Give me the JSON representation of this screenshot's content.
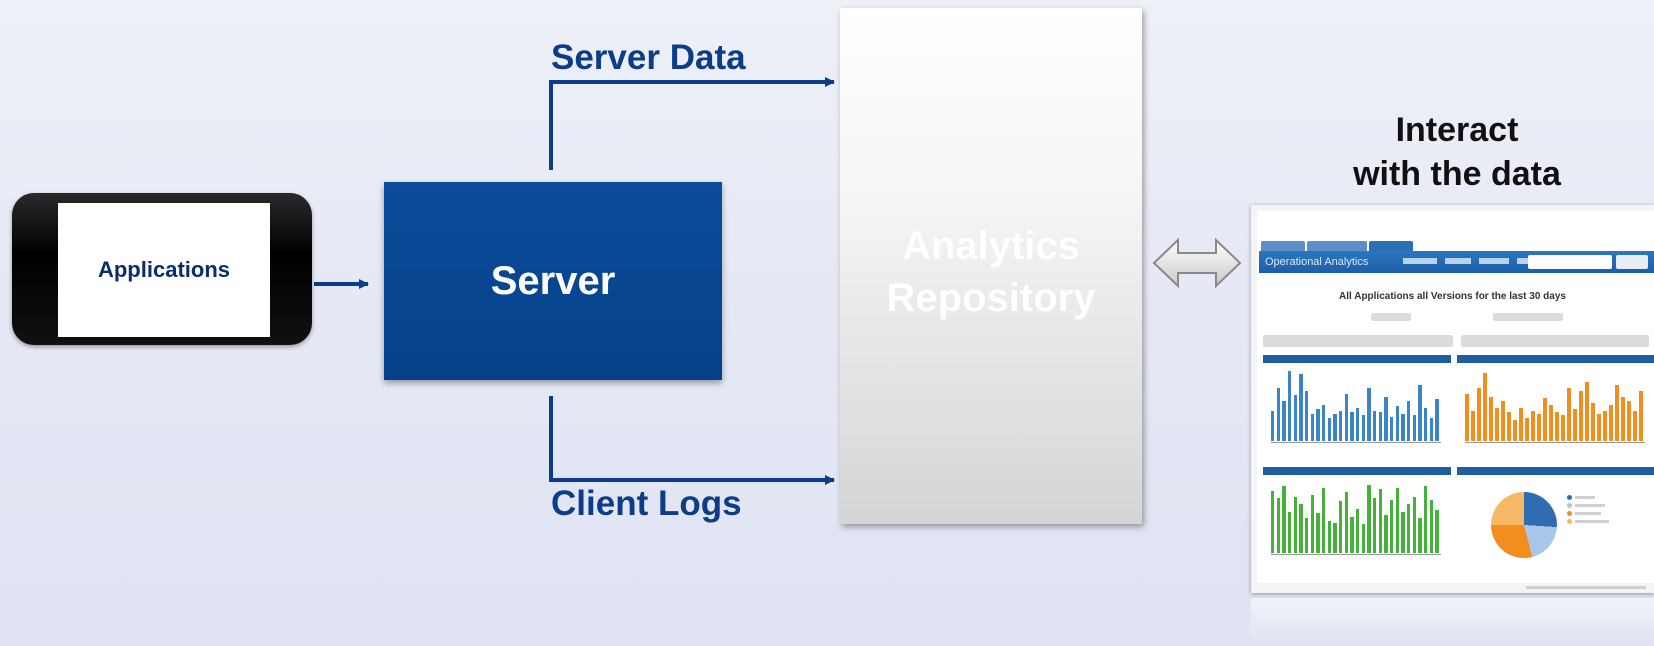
{
  "applications": {
    "label": "Applications"
  },
  "server": {
    "label": "Server"
  },
  "repository": {
    "line1": "Analytics",
    "line2": "Repository"
  },
  "flows": {
    "top": "Server Data",
    "bottom": "Client Logs"
  },
  "interact": {
    "line1": "Interact",
    "line2": "with the data"
  },
  "colors": {
    "server_blue": "#064089",
    "arrow_blue": "#0b3d88",
    "label_blue": "#0b3d88",
    "chart_blue": "#3b84c9",
    "chart_orange": "#f28e1e",
    "chart_green": "#45b03a"
  },
  "dashboard": {
    "nav_title": "Operational Analytics",
    "heading": "All Applications all Versions for the last 30 days",
    "chart1": [
      40,
      70,
      52,
      92,
      60,
      88,
      66,
      35,
      42,
      48,
      30,
      36,
      40,
      62,
      38,
      44,
      34,
      70,
      40,
      38,
      58,
      32,
      46,
      36,
      52,
      34,
      74,
      44,
      30,
      55
    ],
    "chart2": [
      62,
      40,
      70,
      90,
      58,
      44,
      52,
      38,
      28,
      44,
      30,
      40,
      36,
      56,
      48,
      38,
      34,
      70,
      42,
      66,
      78,
      50,
      36,
      40,
      48,
      74,
      58,
      52,
      40,
      66
    ],
    "chart3": [
      82,
      72,
      88,
      54,
      74,
      64,
      46,
      76,
      52,
      86,
      42,
      40,
      68,
      80,
      48,
      58,
      38,
      90,
      72,
      84,
      50,
      70,
      86,
      54,
      64,
      74,
      46,
      88,
      70,
      56
    ]
  }
}
